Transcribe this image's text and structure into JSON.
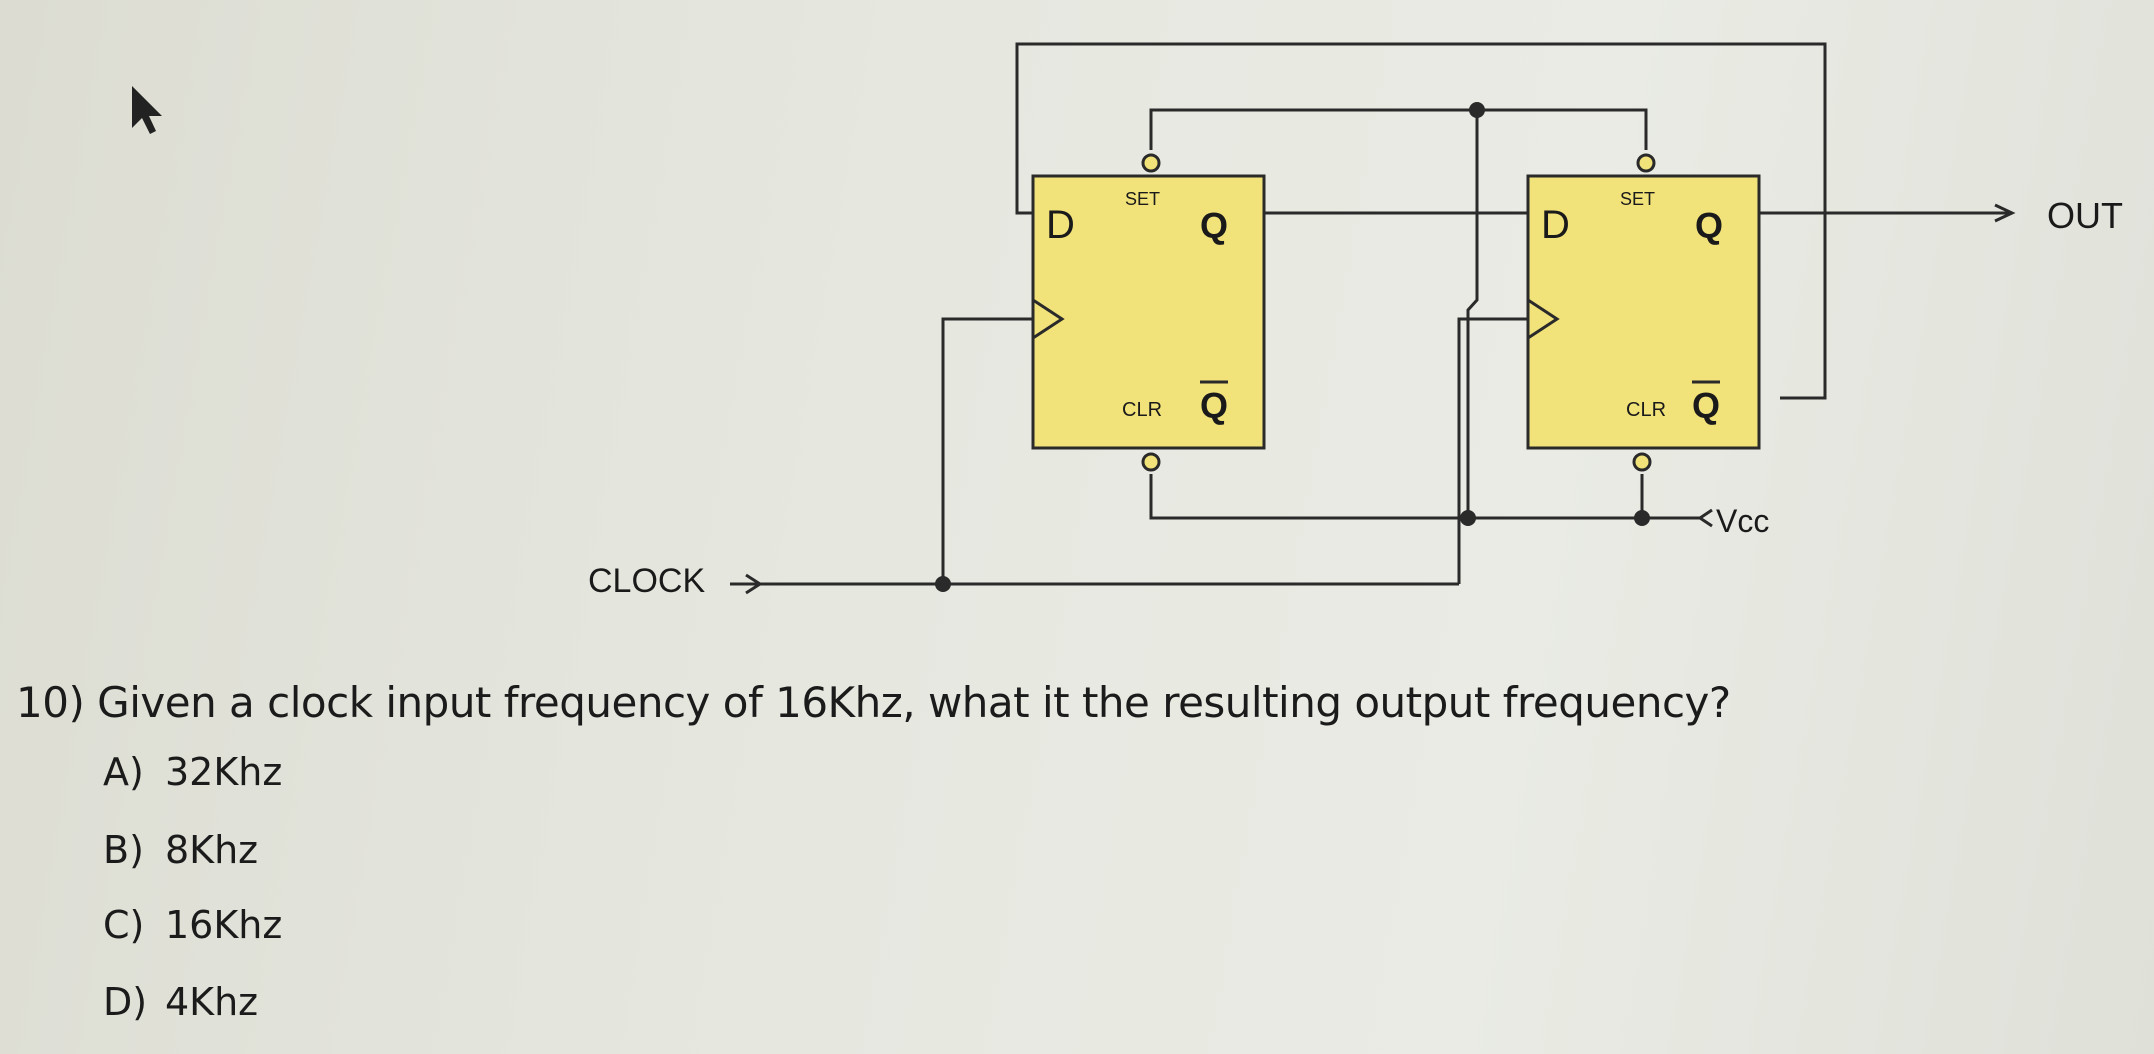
{
  "diagram": {
    "ff1": {
      "d": "D",
      "set": "SET",
      "q": "Q",
      "clr": "CLR",
      "qbar": "Q"
    },
    "ff2": {
      "d": "D",
      "set": "SET",
      "q": "Q",
      "clr": "CLR",
      "qbar": "Q"
    },
    "clock_label": "CLOCK",
    "out_label": "OUT",
    "vcc_label": "Vcc",
    "box_color": "#f2e27a"
  },
  "question": {
    "text": "10) Given a clock input frequency of 16Khz, what it the resulting output frequency?",
    "options": [
      {
        "letter": "A)",
        "text": "32Khz"
      },
      {
        "letter": "B)",
        "text": "8Khz"
      },
      {
        "letter": "C)",
        "text": "16Khz"
      },
      {
        "letter": "D)",
        "text": "4Khz"
      }
    ]
  }
}
